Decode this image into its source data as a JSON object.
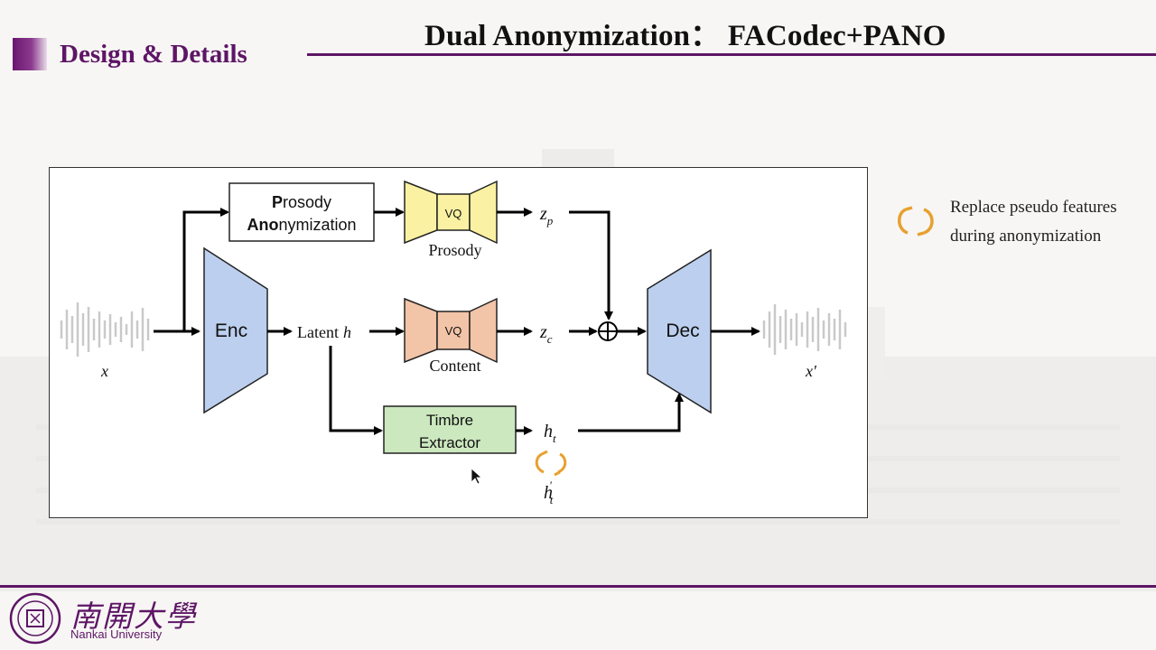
{
  "slide": {
    "title": "Dual Anonymization：  FACodec+PANO",
    "section": "Design & Details"
  },
  "diagram": {
    "prosody_anon_bold1": "P",
    "prosody_anon_rest1": "rosody",
    "prosody_anon_bold2": "Ano",
    "prosody_anon_rest2": "nymization",
    "vq_label": "VQ",
    "prosody_label": "Prosody",
    "content_label": "Content",
    "enc_label": "Enc",
    "dec_label": "Dec",
    "latent_label": "Latent",
    "latent_var": "h",
    "zp": "z",
    "zp_sub": "p",
    "zc": "z",
    "zc_sub": "c",
    "ht": "h",
    "ht_sub": "t",
    "ht_prime": "h",
    "ht_prime_sup": "'",
    "ht_prime_sub": "t",
    "timbre_line1": "Timbre",
    "timbre_line2": "Extractor",
    "input_label": "x",
    "output_label": "x′",
    "colors": {
      "prosody_box": "#fbf1a2",
      "content_box": "#f2c4a8",
      "encdec": "#bccfee",
      "timbre_box": "#cce8bf",
      "replace_icon": "#e8a030"
    }
  },
  "legend": {
    "line1": "Replace pseudo features",
    "line2": "during anonymization",
    "icon": "swap-cycle-icon"
  },
  "footer": {
    "university_cn": "南開大學",
    "university_en": "Nankai University",
    "logo": "nankai-seal-logo"
  }
}
